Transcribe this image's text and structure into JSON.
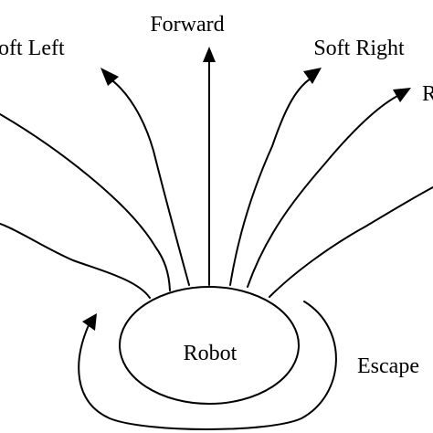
{
  "labels": {
    "forward": "Forward",
    "soft_left": "oft Left",
    "soft_right": "Soft Right",
    "right_partial": "R",
    "robot": "Robot",
    "escape": "Escape"
  },
  "colors": {
    "stroke": "#000000",
    "background": "#ffffff"
  }
}
